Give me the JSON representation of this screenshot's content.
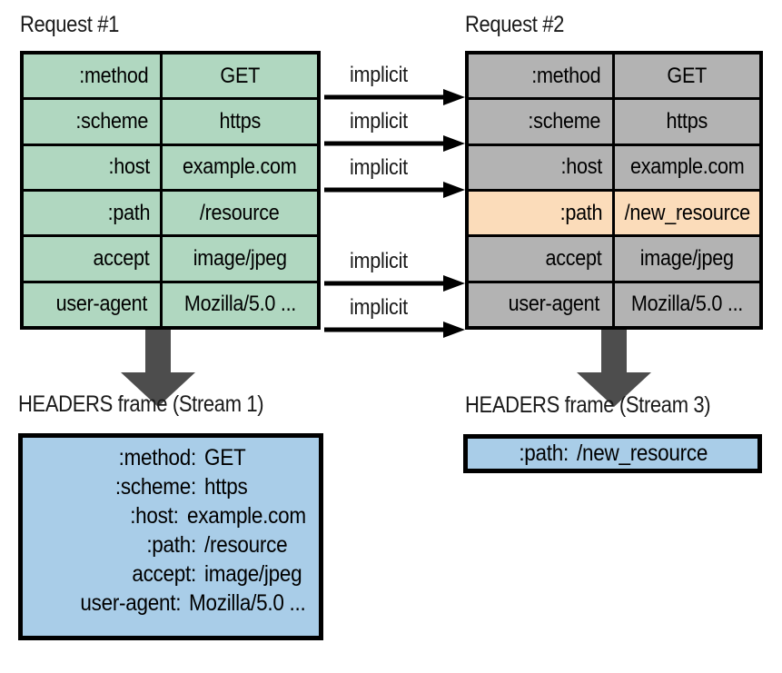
{
  "diagram": {
    "title_request1": "Request #1",
    "title_request2": "Request #2",
    "implicit_label": "implicit",
    "headers_frame_1_caption": "HEADERS frame (Stream 1)",
    "headers_frame_2_caption": "HEADERS frame (Stream 3)"
  },
  "colors": {
    "gray_cell": "#b3b3b3",
    "green_cell": "#b0d7c0",
    "orange_cell": "#fbdcba",
    "blue_box": "#a9cde8",
    "arrow_gray": "#4d4d4d",
    "stroke": "#000000"
  },
  "request1": {
    "rows": [
      {
        "name": ":method",
        "value": "GET",
        "highlight": "green"
      },
      {
        "name": ":scheme",
        "value": "https",
        "highlight": "green"
      },
      {
        "name": ":host",
        "value": "example.com",
        "highlight": "green"
      },
      {
        "name": ":path",
        "value": "/resource",
        "highlight": "green"
      },
      {
        "name": "accept",
        "value": "image/jpeg",
        "highlight": "green"
      },
      {
        "name": "user-agent",
        "value": "Mozilla/5.0 ...",
        "highlight": "green"
      }
    ]
  },
  "request2": {
    "rows": [
      {
        "name": ":method",
        "value": "GET",
        "highlight": "gray"
      },
      {
        "name": ":scheme",
        "value": "https",
        "highlight": "gray"
      },
      {
        "name": ":host",
        "value": "example.com",
        "highlight": "gray"
      },
      {
        "name": ":path",
        "value": "/new_resource",
        "highlight": "orange"
      },
      {
        "name": "accept",
        "value": "image/jpeg",
        "highlight": "gray"
      },
      {
        "name": "user-agent",
        "value": "Mozilla/5.0 ...",
        "highlight": "gray"
      }
    ]
  },
  "implicit_links": [
    {
      "from_row": ":method",
      "label": "implicit"
    },
    {
      "from_row": ":scheme",
      "label": "implicit"
    },
    {
      "from_row": ":host",
      "label": "implicit"
    },
    {
      "from_row": "accept",
      "label": "implicit"
    },
    {
      "from_row": "user-agent",
      "label": "implicit"
    }
  ],
  "headers_frame_stream1": {
    "caption": "HEADERS frame (Stream 1)",
    "lines": [
      {
        "key": ":method:",
        "value": "GET"
      },
      {
        "key": ":scheme:",
        "value": "https"
      },
      {
        "key": ":host:",
        "value": "example.com"
      },
      {
        "key": ":path:",
        "value": "/resource"
      },
      {
        "key": "accept:",
        "value": "image/jpeg"
      },
      {
        "key": "user-agent:",
        "value": "Mozilla/5.0 ..."
      }
    ]
  },
  "headers_frame_stream3": {
    "caption": "HEADERS frame (Stream 3)",
    "lines": [
      {
        "key": ":path:",
        "value": "/new_resource"
      }
    ]
  }
}
